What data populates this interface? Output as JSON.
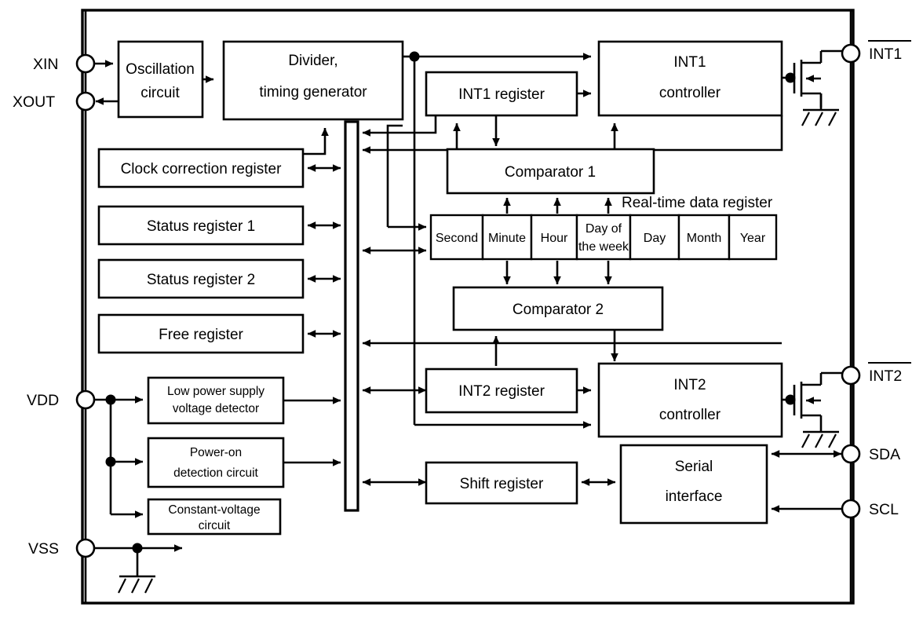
{
  "diagram": {
    "title": "Real-time clock IC block diagram",
    "type": "block-diagram",
    "stroke_color": "#000000",
    "fill_color": "#ffffff"
  },
  "pins": {
    "left": [
      {
        "name": "XIN",
        "label": "XIN",
        "overline": false,
        "direction": "input"
      },
      {
        "name": "XOUT",
        "label": "XOUT",
        "overline": false,
        "direction": "output"
      },
      {
        "name": "VDD",
        "label": "VDD",
        "overline": false,
        "direction": "power"
      },
      {
        "name": "VSS",
        "label": "VSS",
        "overline": false,
        "direction": "ground"
      }
    ],
    "right": [
      {
        "name": "INT1",
        "label": "INT1",
        "overline": true,
        "direction": "output"
      },
      {
        "name": "INT2",
        "label": "INT2",
        "overline": true,
        "direction": "output"
      },
      {
        "name": "SDA",
        "label": "SDA",
        "overline": false,
        "direction": "bidirectional"
      },
      {
        "name": "SCL",
        "label": "SCL",
        "overline": false,
        "direction": "input"
      }
    ]
  },
  "blocks": {
    "oscillation_circuit": {
      "line1": "Oscillation",
      "line2": "circuit"
    },
    "divider": {
      "line1": "Divider,",
      "line2": "timing generator"
    },
    "clock_correction_register": {
      "line1": "Clock correction register"
    },
    "status_register_1": {
      "line1": "Status register 1"
    },
    "status_register_2": {
      "line1": "Status register 2"
    },
    "free_register": {
      "line1": "Free register"
    },
    "low_power_detector": {
      "line1": "Low power supply",
      "line2": "voltage detector"
    },
    "power_on_detection": {
      "line1": "Power-on",
      "line2": "detection circuit"
    },
    "constant_voltage": {
      "line1": "Constant-voltage",
      "line2": "circuit"
    },
    "int1_register": {
      "line1": "INT1 register"
    },
    "int1_controller": {
      "line1": "INT1",
      "line2": "controller"
    },
    "comparator_1": {
      "line1": "Comparator 1"
    },
    "comparator_2": {
      "line1": "Comparator 2"
    },
    "int2_register": {
      "line1": "INT2 register"
    },
    "int2_controller": {
      "line1": "INT2",
      "line2": "controller"
    },
    "shift_register": {
      "line1": "Shift register"
    },
    "serial_interface": {
      "line1": "Serial",
      "line2": "interface"
    }
  },
  "real_time_data_register": {
    "caption": "Real-time data register",
    "cells": [
      {
        "label": "Second",
        "line1": "Second",
        "line2": ""
      },
      {
        "label": "Minute",
        "line1": "Minute",
        "line2": ""
      },
      {
        "label": "Hour",
        "line1": "Hour",
        "line2": ""
      },
      {
        "label": "Day of the week",
        "line1": "Day of",
        "line2": "the week"
      },
      {
        "label": "Day",
        "line1": "Day",
        "line2": ""
      },
      {
        "label": "Month",
        "line1": "Month",
        "line2": ""
      },
      {
        "label": "Year",
        "line1": "Year",
        "line2": ""
      }
    ]
  },
  "icons": {
    "ground": "ground-icon",
    "mosfet": "mosfet-icon",
    "pin_terminal": "pin-terminal-icon",
    "junction": "junction-dot-icon",
    "bus": "internal-bus-icon"
  }
}
